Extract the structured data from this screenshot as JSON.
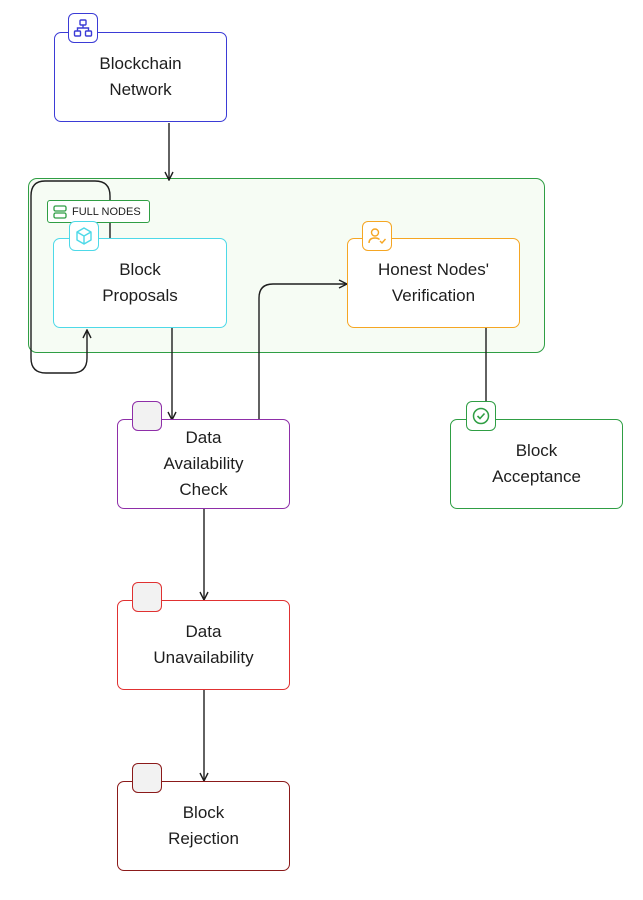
{
  "group": {
    "label": "FULL NODES",
    "color": "#2f9e44",
    "icon": "server-icon"
  },
  "nodes": {
    "network": {
      "line1": "Blockchain",
      "line2": "Network",
      "color": "#3b3bd6",
      "icon": "sitemap-icon"
    },
    "proposals": {
      "line1": "Block",
      "line2": "Proposals",
      "color": "#4dd9e8",
      "icon": "cube-icon"
    },
    "verification": {
      "line1": "Honest Nodes'",
      "line2": "Verification",
      "color": "#f5a623",
      "icon": "user-check-icon"
    },
    "availability": {
      "line1": "Data",
      "line2": "Availability",
      "line3": "Check",
      "color": "#8e2ea8",
      "icon": "blank-badge"
    },
    "acceptance": {
      "line1": "Block",
      "line2": "Acceptance",
      "color": "#2f9e44",
      "icon": "check-circle-icon"
    },
    "unavailability": {
      "line1": "Data",
      "line2": "Unavailability",
      "color": "#e03131",
      "icon": "blank-badge"
    },
    "rejection": {
      "line1": "Block",
      "line2": "Rejection",
      "color": "#8b1a1a",
      "icon": "blank-badge"
    }
  }
}
